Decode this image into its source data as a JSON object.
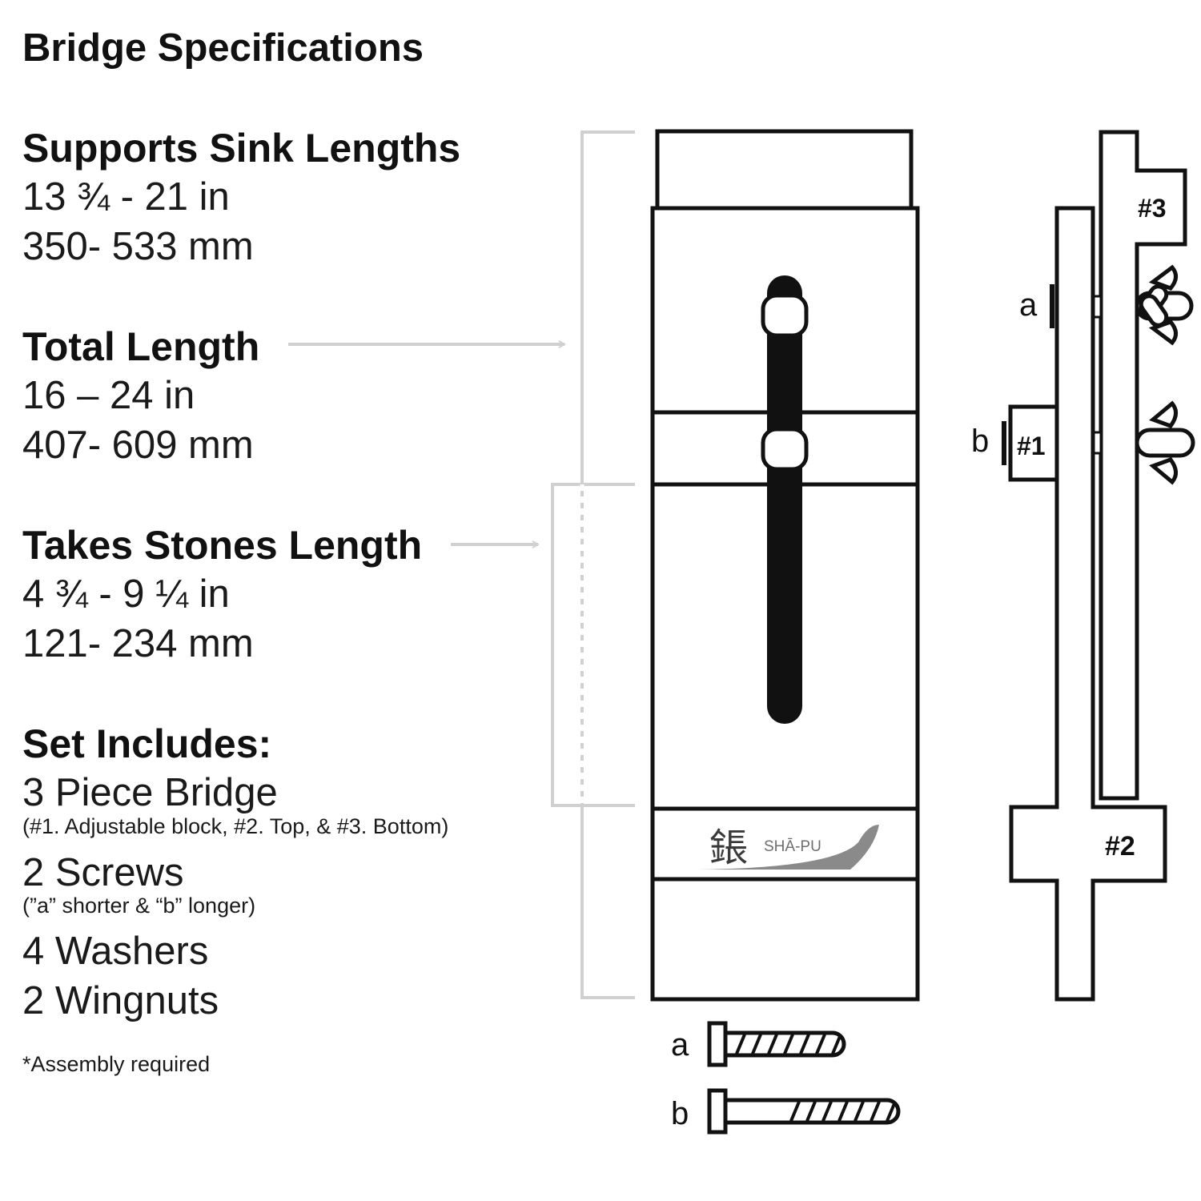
{
  "title": "Bridge Specifications",
  "sections": {
    "sink": {
      "heading": "Supports Sink Lengths",
      "line1": "13 ¾ - 21 in",
      "line2": "350- 533 mm"
    },
    "total": {
      "heading": "Total Length",
      "line1": "16 – 24 in",
      "line2": "407- 609 mm"
    },
    "stones": {
      "heading": "Takes Stones Length",
      "line1": "4 ¾ - 9 ¼ in",
      "line2": "121- 234 mm"
    },
    "set": {
      "heading": "Set Includes:",
      "item1": "3 Piece Bridge",
      "item1_note": "(#1. Adjustable block, #2. Top, & #3. Bottom)",
      "item2": "2 Screws",
      "item2_note": "(”a” shorter & “b” longer)",
      "item3": "4 Washers",
      "item4": "2 Wingnuts"
    }
  },
  "footnote": "*Assembly required",
  "diagram": {
    "logo_kanji": "鋹",
    "logo_text": "SHĀ-PU",
    "label_a": "a",
    "label_b": "b",
    "part1": "#1",
    "part2": "#2",
    "part3": "#3",
    "screw_a_label": "a",
    "screw_b_label": "b"
  },
  "colors": {
    "ink": "#111111",
    "guide": "#d0d0d0",
    "logo": "#8a8a8a"
  }
}
